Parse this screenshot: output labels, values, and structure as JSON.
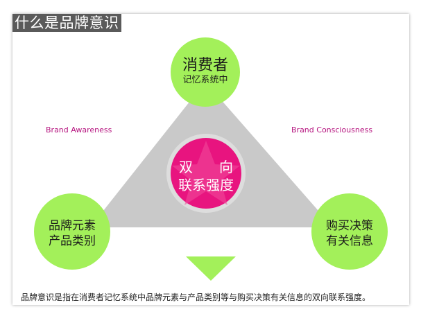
{
  "title": "什么是品牌意识",
  "labels": {
    "left": "Brand Awareness",
    "right": "Brand Consciousness"
  },
  "nodes": {
    "top": {
      "line1": "消费者",
      "line2": "记忆系统中"
    },
    "left": {
      "line1": "品牌元素",
      "line2": "产品类别"
    },
    "right": {
      "line1": "购买决策",
      "line2": "有关信息"
    },
    "center": {
      "line1_a": "双",
      "line1_b": "向",
      "line2": "联系强度"
    }
  },
  "caption": "品牌意识是指在消费者记忆系统中品牌元素与产品类别等与购买决策有关信息的双向联系强度。",
  "colors": {
    "node_green": "#a3f05a",
    "triangle_gray": "#c9c9c9",
    "center_pink": "#e8147f",
    "accent_magenta": "#b5127e"
  }
}
